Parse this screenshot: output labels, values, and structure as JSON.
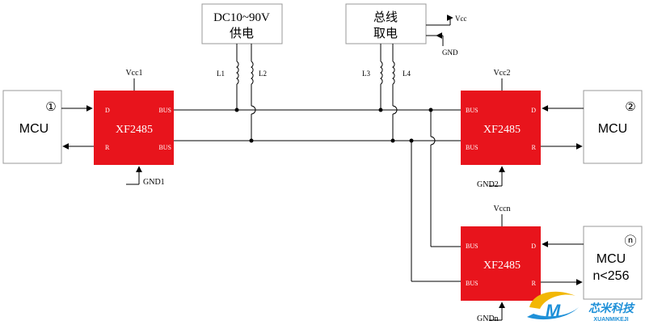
{
  "power_box": {
    "line1": "DC10~90V",
    "line2": "供电"
  },
  "bus_box": {
    "line1": "总线",
    "line2": "取电"
  },
  "vcc_label": "Vcc",
  "gnd_label": "GND",
  "inductors": {
    "l1": "L1",
    "l2": "L2",
    "l3": "L3",
    "l4": "L4"
  },
  "mcu1": {
    "marker": "①",
    "label": "MCU"
  },
  "mcu2": {
    "marker": "②",
    "label": "MCU"
  },
  "mcun": {
    "marker": "ⓝ",
    "label": "MCU",
    "sub": "n<256"
  },
  "chip1": {
    "name": "XF2485",
    "vcc": "Vcc1",
    "gnd": "GND1",
    "pin_d": "D",
    "pin_r": "R",
    "pin_bus_top": "BUS",
    "pin_bus_bottom": "BUS"
  },
  "chip2": {
    "name": "XF2485",
    "vcc": "Vcc2",
    "gnd": "GND2",
    "pin_d": "D",
    "pin_r": "R",
    "pin_bus_top": "BUS",
    "pin_bus_bottom": "BUS"
  },
  "chipn": {
    "name": "XF2485",
    "vcc": "Vccn",
    "gnd": "GNDn",
    "pin_d": "D",
    "pin_r": "R",
    "pin_bus_top": "BUS",
    "pin_bus_bottom": "BUS"
  },
  "logo": {
    "brand": "芯米科技",
    "sub": "XUANMIKEJI"
  },
  "colors": {
    "chip": "#e8141c",
    "line": "#000000",
    "box_border": "#999999",
    "logo_blue": "#1e90d8",
    "logo_yellow": "#f2b705"
  }
}
